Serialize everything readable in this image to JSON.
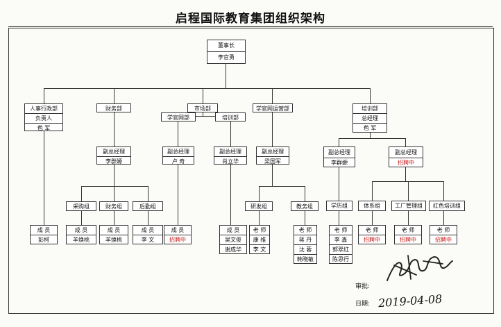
{
  "title": "启程国际教育集团组织架构",
  "colors": {
    "recruiting": "#c8201e",
    "line": "#333333"
  },
  "chairman": {
    "role": "董事长",
    "name": "李官勇"
  },
  "hr": {
    "dept": "人事行政部",
    "role": "负责人",
    "name": "苞 军",
    "member_role": "成 员",
    "member": "彭柯"
  },
  "finance": {
    "dept": "财务部",
    "vp": "副总经理",
    "vp_name": "李群嫄",
    "groups": [
      {
        "label": "采购组",
        "role": "成 员",
        "name": "羊焕桃"
      },
      {
        "label": "财务组",
        "role": "成 员",
        "name": "羊焕桃"
      },
      {
        "label": "后勤组",
        "role": "成 员",
        "name": "李 文"
      }
    ]
  },
  "market": {
    "dept": "市场部",
    "sub1": {
      "label": "学官网部",
      "vp": "副总经理",
      "vp_name": "卢 奇",
      "member_role": "成 员",
      "member": "招聘中"
    },
    "sub2": {
      "label": "培训部",
      "vp": "副总经理",
      "vp_name": "肖立华",
      "member_role": "成 员",
      "m1": "吴文俊",
      "m2": "谢成华"
    }
  },
  "ops": {
    "dept": "学官网运营部",
    "vp": "副总经理",
    "vp_name": "梁国军",
    "rd": {
      "label": "研发组",
      "role": "老 师",
      "m1": "康 维",
      "m2": "李 文"
    },
    "edu": {
      "label": "教务组",
      "role": "老 师",
      "m1": "蒋 丹",
      "m2": "沈 蓉",
      "m3": "韩晓敏"
    }
  },
  "training": {
    "dept": "培训部",
    "gm": "总经理",
    "gm_name": "苞 军",
    "vp1": {
      "label": "副总经理",
      "name": "李群嫄"
    },
    "vp2": {
      "label": "副总经理",
      "name": "招聘中"
    },
    "groups": [
      {
        "label": "学历组",
        "role": "老 师",
        "m1": "李 鑫",
        "m2": "郭翠红",
        "m3": "陈思行"
      },
      {
        "label": "体系组",
        "role": "老 师",
        "m1": "招聘中"
      },
      {
        "label": "工厂管理组",
        "role": "老 师",
        "m1": "招聘中"
      },
      {
        "label": "红色培训组",
        "role": "老 师",
        "m1": "招聘中"
      }
    ]
  },
  "approval": {
    "label": "审批:",
    "date_label": "日期:",
    "date": "2019-04-08"
  }
}
